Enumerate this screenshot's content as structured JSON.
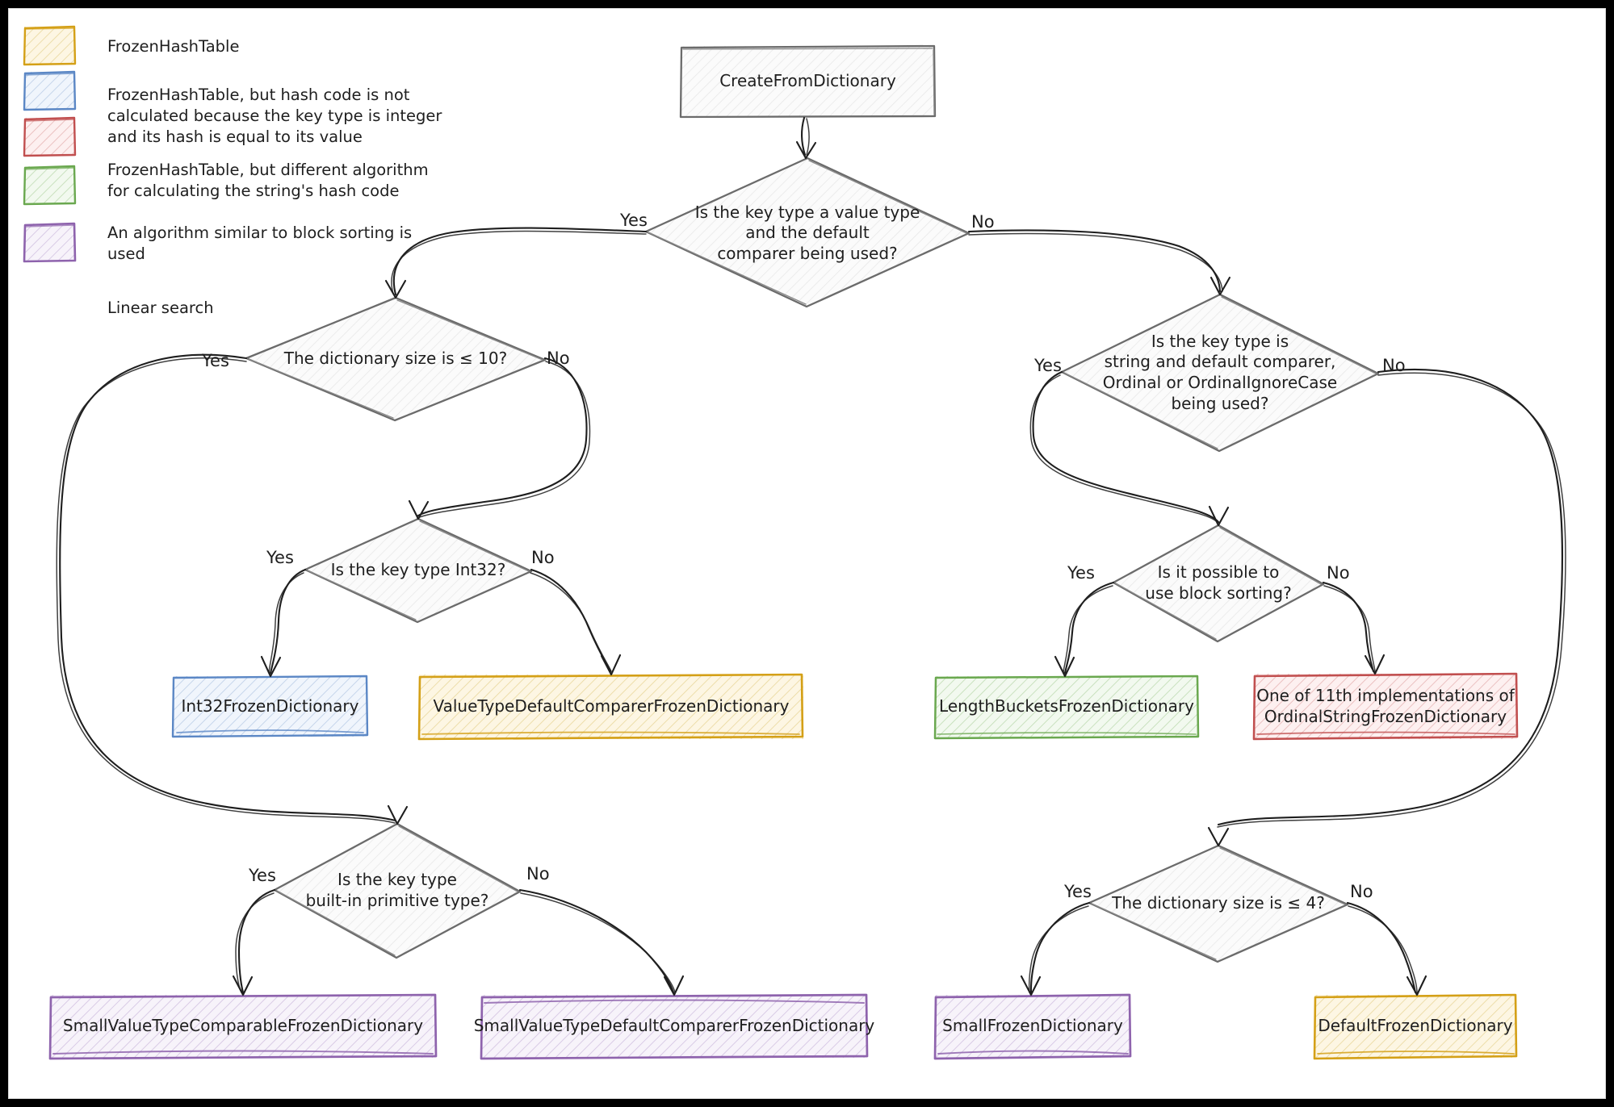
{
  "diagram": {
    "title": "FrozenDictionary.CreateFromDictionary decision flow",
    "style": "hand-drawn",
    "background": "#ffffff",
    "border_color": "#000000"
  },
  "legend": {
    "items": [
      {
        "id": "legend-frozen-hash-table",
        "color": "#d4a017",
        "fill": "#fdf6e3",
        "text": "FrozenHashTable"
      },
      {
        "id": "legend-int-hash",
        "color": "#5b87c5",
        "fill": "#f0f5fc",
        "text": "FrozenHashTable, but hash code is not\ncalculated because the key type is integer\nand its hash is equal to its value"
      },
      {
        "id": "legend-string-hash",
        "color": "#c14f4f",
        "fill": "#fdf0f0",
        "text": "FrozenHashTable, but different algorithm\nfor calculating the string's hash code"
      },
      {
        "id": "legend-block-sorting",
        "color": "#6aa84f",
        "fill": "#f2f9ef",
        "text": "An algorithm similar to block sorting is\nused"
      },
      {
        "id": "legend-linear-search",
        "color": "#8e63ad",
        "fill": "#f7f3fa",
        "text": "Linear search"
      }
    ]
  },
  "nodes": {
    "start": {
      "label": "CreateFromDictionary",
      "shape": "rect",
      "color": "#6b6b6b"
    },
    "d_value_type": {
      "label": "Is the key type a value type\nand the default\ncomparer being used?",
      "shape": "diamond",
      "color": "#6b6b6b"
    },
    "d_size_10": {
      "label": "The dictionary size is ≤ 10?",
      "shape": "diamond",
      "color": "#6b6b6b"
    },
    "d_int32": {
      "label": "Is the key type Int32?",
      "shape": "diamond",
      "color": "#6b6b6b"
    },
    "d_string": {
      "label": "Is the key type is\nstring and default comparer,\nOrdinal or OrdinalIgnoreCase\nbeing used?",
      "shape": "diamond",
      "color": "#6b6b6b"
    },
    "d_block_sort": {
      "label": "Is it possible to\nuse block sorting?",
      "shape": "diamond",
      "color": "#6b6b6b"
    },
    "d_primitive": {
      "label": "Is the key type\nbuilt-in primitive type?",
      "shape": "diamond",
      "color": "#6b6b6b"
    },
    "d_size_4": {
      "label": "The dictionary size is ≤ 4?",
      "shape": "diamond",
      "color": "#6b6b6b"
    },
    "r_int32": {
      "label": "Int32FrozenDictionary",
      "shape": "rect",
      "color": "#5b87c5",
      "fill": "#f0f5fc"
    },
    "r_value_default": {
      "label": "ValueTypeDefaultComparerFrozenDictionary",
      "shape": "rect",
      "color": "#d4a017",
      "fill": "#fdf6e3"
    },
    "r_length_buckets": {
      "label": "LengthBucketsFrozenDictionary",
      "shape": "rect",
      "color": "#6aa84f",
      "fill": "#f2f9ef"
    },
    "r_ordinal_string": {
      "label": "One of 11th implementations of\nOrdinalStringFrozenDictionary",
      "shape": "rect",
      "color": "#c14f4f",
      "fill": "#fdf0f0"
    },
    "r_small_comparable": {
      "label": "SmallValueTypeComparableFrozenDictionary",
      "shape": "rect",
      "color": "#8e63ad",
      "fill": "#f7f3fa"
    },
    "r_small_default": {
      "label": "SmallValueTypeDefaultComparerFrozenDictionary",
      "shape": "rect",
      "color": "#8e63ad",
      "fill": "#f7f3fa"
    },
    "r_small": {
      "label": "SmallFrozenDictionary",
      "shape": "rect",
      "color": "#8e63ad",
      "fill": "#f7f3fa"
    },
    "r_default": {
      "label": "DefaultFrozenDictionary",
      "shape": "rect",
      "color": "#d4a017",
      "fill": "#fdf6e3"
    }
  },
  "edge_labels": {
    "value_type_yes": "Yes",
    "value_type_no": "No",
    "size10_yes": "Yes",
    "size10_no": "No",
    "int32_yes": "Yes",
    "int32_no": "No",
    "string_yes": "Yes",
    "string_no": "No",
    "blocksort_yes": "Yes",
    "blocksort_no": "No",
    "primitive_yes": "Yes",
    "primitive_no": "No",
    "size4_yes": "Yes",
    "size4_no": "No"
  }
}
